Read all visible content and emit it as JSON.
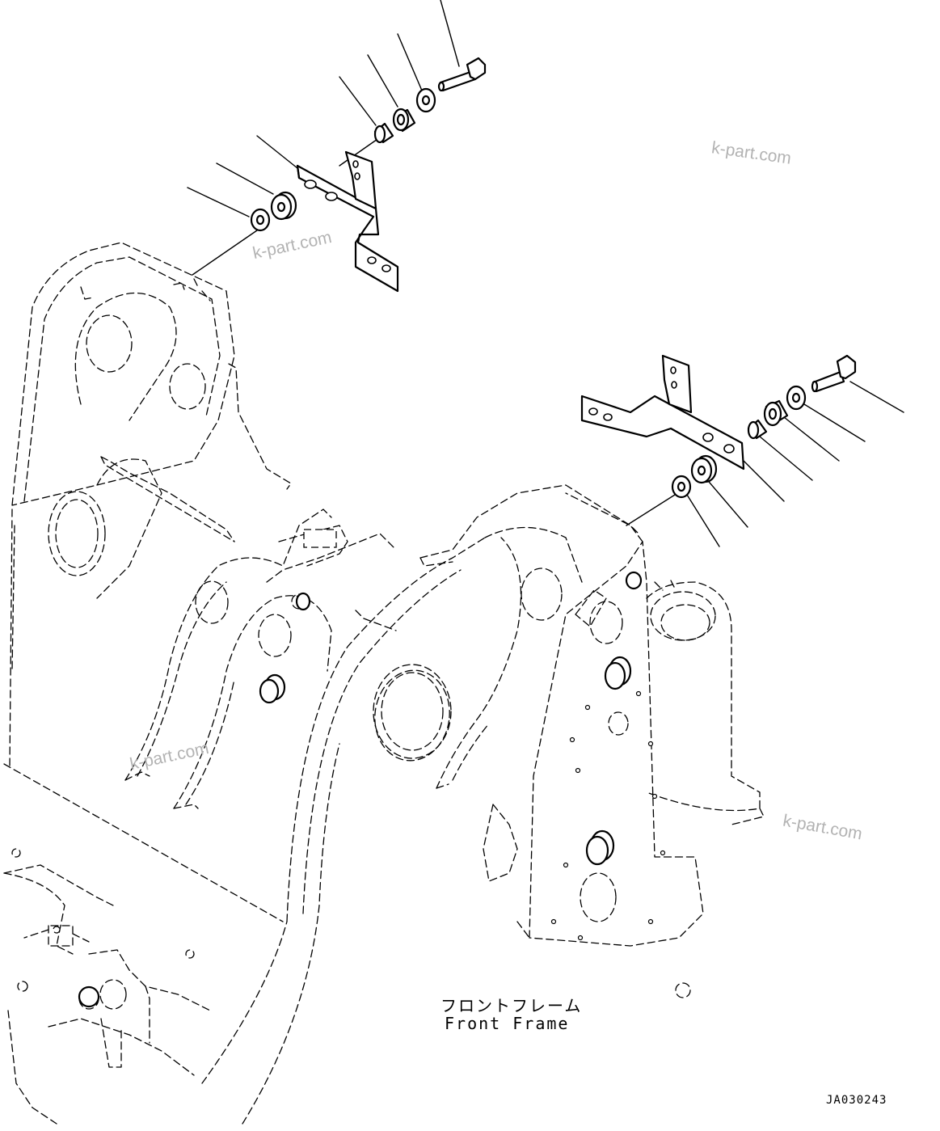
{
  "labels": {
    "japanese": "フロントフレーム",
    "english": "Front Frame"
  },
  "drawing_code": "JA030243",
  "watermark": "k-part.com",
  "colors": {
    "line": "#000000",
    "background": "#ffffff",
    "watermark": "#b3b3b3"
  }
}
